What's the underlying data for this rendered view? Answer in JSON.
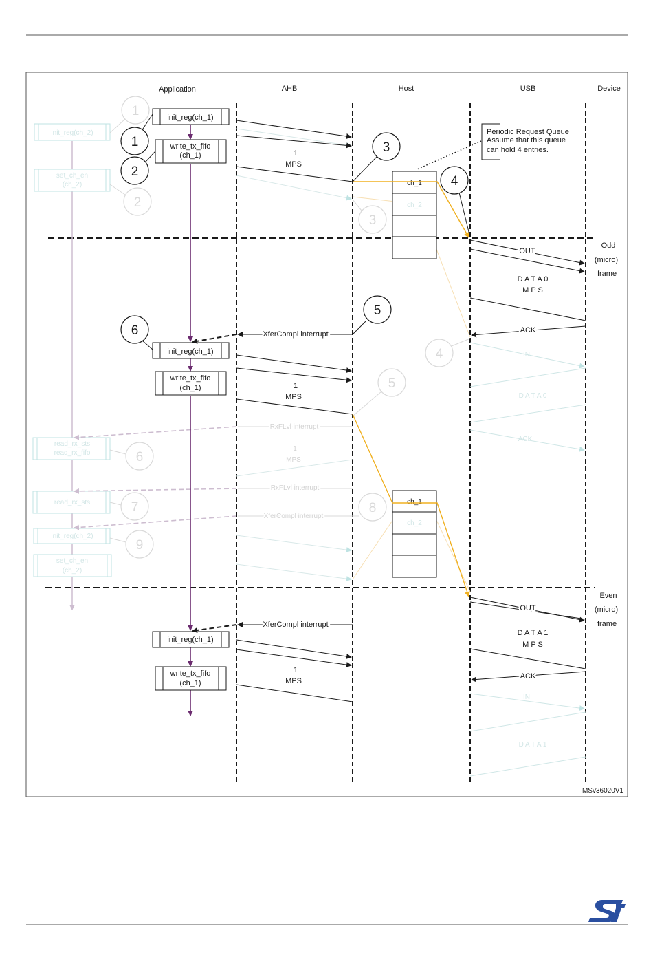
{
  "header_rule": true,
  "columns": [
    "Application",
    "AHB",
    "Host",
    "USB",
    "Device"
  ],
  "queue_note": [
    "Periodic Request Queue",
    "Assume that this queue",
    "can hold 4 entries."
  ],
  "frames": {
    "odd": [
      "Odd",
      "(micro)",
      "frame"
    ],
    "even": [
      "Even",
      "(micro)",
      "frame"
    ]
  },
  "app_boxes": {
    "init_reg": "init_reg(ch_1)",
    "write_fifo": [
      "write_tx_fifo",
      "(ch_1)"
    ]
  },
  "ghost_boxes": {
    "init_reg": "init_reg(ch_2)",
    "set_ch_en": [
      "set_ch_en",
      "(ch_2)"
    ],
    "read_rx": [
      "read_rx_sts",
      "read_rx_fifo"
    ],
    "read_rx_sts": "read_rx_sts"
  },
  "step_numbers": [
    "1",
    "2",
    "3",
    "4",
    "5",
    "6",
    "7",
    "8",
    "9"
  ],
  "ahb_labels": {
    "one": "1",
    "mps": "MPS"
  },
  "usb_labels": {
    "out": "OUT",
    "in": "IN",
    "ack": "ACK",
    "data0": "D A T A 0",
    "data1": "D A T A 1",
    "mps": "M P S"
  },
  "interrupts": {
    "xfer": "XferCompl interrupt",
    "rxflvl": "RxFLvl interrupt"
  },
  "queue_entries": {
    "ch1": "ch_1",
    "ch2": "ch_2"
  },
  "figure_id": "MSv36020V1",
  "logo": "ST",
  "colors": {
    "line": "#1a1a1a",
    "faint_black": "#d8d8d8",
    "ghost_cyan": "#bfe3e3",
    "ghost_text": "#d2e6e6",
    "ghost_circle": "#d9d9d9",
    "purple": "#6b2c6f",
    "ghost_purple": "#cdbdd0",
    "orange": "#f0b020",
    "faint_orange": "#f7dfb3",
    "logo_blue": "#2a4fa0"
  }
}
